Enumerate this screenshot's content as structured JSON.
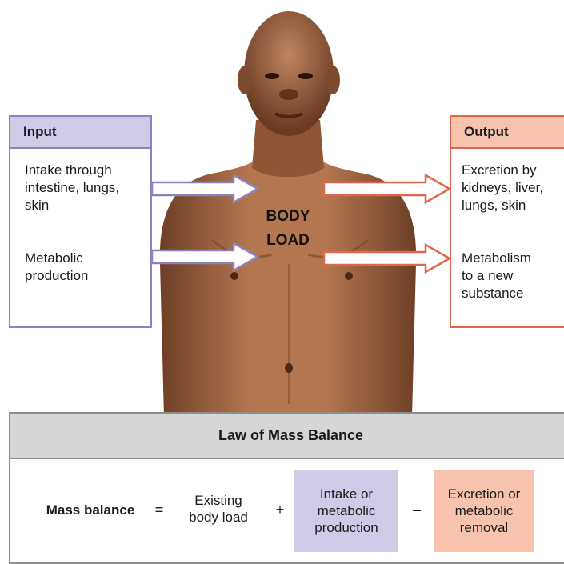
{
  "input_panel": {
    "title": "Input",
    "items": [
      "Intake through\nintestine, lungs,\nskin",
      "Metabolic\nproduction"
    ]
  },
  "output_panel": {
    "title": "Output",
    "items": [
      "Excretion by\nkidneys, liver,\nlungs, skin",
      "Metabolism\nto a new\nsubstance"
    ]
  },
  "center_label": "BODY\nLOAD",
  "law": {
    "title": "Law of Mass Balance",
    "lhs": "Mass balance",
    "equals": "=",
    "term1": "Existing\nbody load",
    "plus": "+",
    "term2": "Intake or\nmetabolic\nproduction",
    "minus": "–",
    "term3": "Excretion or\nmetabolic\nremoval"
  },
  "colors": {
    "input_accent": "#8a83c2",
    "input_fill": "#cfcbe6",
    "output_accent": "#e2674a",
    "output_fill": "#f7c3ad",
    "law_bar": "#d6d6d6",
    "skin": "#a86a47"
  }
}
